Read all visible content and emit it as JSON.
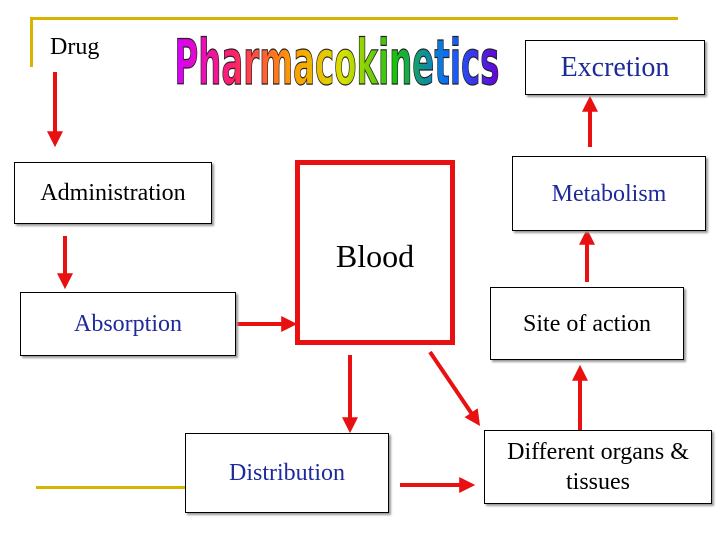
{
  "diagram": {
    "title": "Pharmacokinetics",
    "nodes": {
      "drug": "Drug",
      "administration": "Administration",
      "absorption": "Absorption",
      "blood": "Blood",
      "distribution": "Distribution",
      "organs": "Different organs & tissues",
      "site_of_action": "Site of action",
      "metabolism": "Metabolism",
      "excretion": "Excretion"
    },
    "edges": [
      {
        "from": "drug",
        "to": "administration"
      },
      {
        "from": "administration",
        "to": "absorption"
      },
      {
        "from": "absorption",
        "to": "blood"
      },
      {
        "from": "blood",
        "to": "distribution"
      },
      {
        "from": "blood",
        "to": "organs"
      },
      {
        "from": "distribution",
        "to": "organs"
      },
      {
        "from": "organs",
        "to": "site_of_action"
      },
      {
        "from": "site_of_action",
        "to": "metabolism"
      },
      {
        "from": "metabolism",
        "to": "excretion"
      }
    ],
    "colors": {
      "arrow": "#e81010",
      "accent_line": "#d6b400",
      "blue_text": "#1f2a9a",
      "blood_border": "#e81010"
    }
  }
}
